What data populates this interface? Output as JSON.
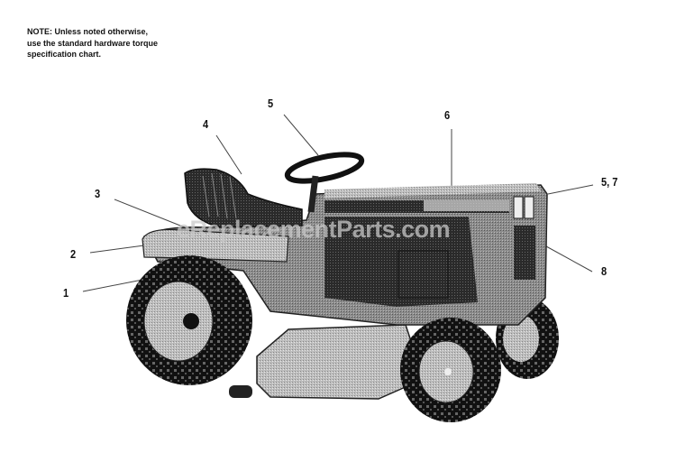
{
  "note": {
    "lines": [
      "NOTE: Unless noted otherwise,",
      "use the standard hardware torque",
      "specification chart."
    ]
  },
  "callouts": [
    {
      "label": "1",
      "part": "rear-tire"
    },
    {
      "label": "2",
      "part": "fender"
    },
    {
      "label": "3",
      "part": "fender-decal"
    },
    {
      "label": "4",
      "part": "seat"
    },
    {
      "label": "5",
      "part": "steering-wheel"
    },
    {
      "label": "6",
      "part": "hood"
    },
    {
      "label": "5, 7",
      "part": "headlight-grille"
    },
    {
      "label": "8",
      "part": "grille"
    }
  ],
  "watermark": "eReplacementParts.com",
  "colors": {
    "background": "#ffffff",
    "ink": "#111111",
    "body_gray": "#8a8a8a",
    "dark_gray": "#333333",
    "light_gray": "#c8c8c8"
  }
}
